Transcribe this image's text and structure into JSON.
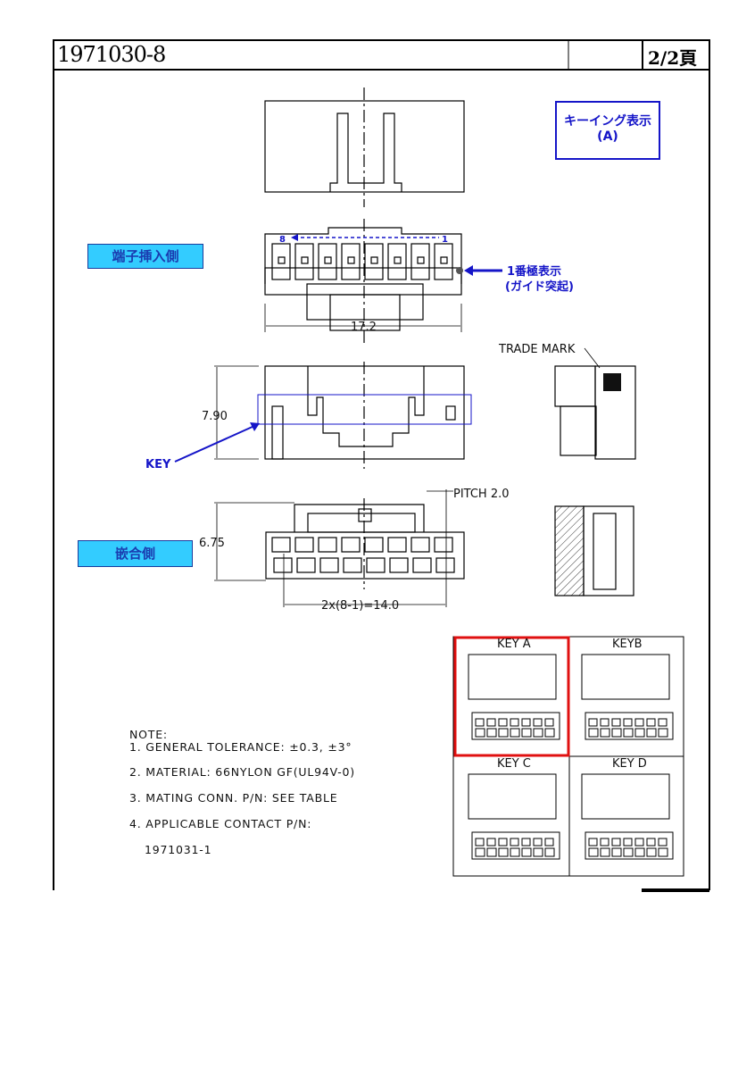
{
  "header": {
    "part_number": "1971030-8",
    "page": "2/2頁"
  },
  "keying_label": {
    "line1": "キーイング表示",
    "line2": "(A)"
  },
  "labels": {
    "terminal_insertion_side": "端子挿入側",
    "mating_side": "嵌合側",
    "pin1_line1": "1番極表示",
    "pin1_line2": "(ガイド突起)",
    "pin_8": "8",
    "pin_1": "1",
    "key": "KEY",
    "trade_mark": "TRADE MARK"
  },
  "dimensions": {
    "width": "17.2",
    "height_side": "7.90",
    "height_front": "6.75",
    "pitch": "PITCH 2.0",
    "span": "2x(8-1)=14.0"
  },
  "key_table": [
    {
      "label": "KEY A",
      "selected": true
    },
    {
      "label": "KEYB",
      "selected": false
    },
    {
      "label": "KEY C",
      "selected": false
    },
    {
      "label": "KEY D",
      "selected": false
    }
  ],
  "notes": {
    "heading": "NOTE:",
    "items": [
      "1. GENERAL TOLERANCE: ±0.3, ±3°",
      "2. MATERIAL: 66NYLON GF(UL94V-0)",
      "3. MATING CONN. P/N: SEE TABLE",
      "4. APPLICABLE CONTACT P/N:"
    ],
    "contact_pn": "1971031-1"
  },
  "colors": {
    "accent_blue": "#1515c8",
    "label_cyan": "#33ccff",
    "selected_red": "#e01010"
  }
}
